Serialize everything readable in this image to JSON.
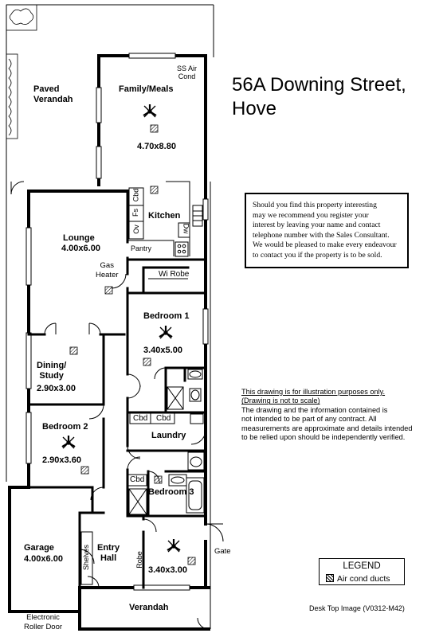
{
  "address": {
    "line1": "56A  Downing Street,",
    "line2": "Hove"
  },
  "notice": [
    "Should you find this property interesting",
    "may we recommend you register your",
    "interest by leaving your name and contact",
    "telephone number with the Sales Consultant.",
    "We would be pleased to make every endeavour",
    "to contact you if the property is to be sold."
  ],
  "disclaimer": {
    "underlined": [
      "This drawing is for illustration purposes only.",
      "(Drawing is not to scale)"
    ],
    "body": [
      "The drawing and the information contained is",
      "not intended to be part of any contract.  All",
      "measurements are approximate and details intended",
      "to be relied upon should be independently verified."
    ]
  },
  "legend": {
    "title": "LEGEND",
    "item": "Air cond ducts"
  },
  "footer": "Desk Top Image  (V0312-M42)",
  "rooms": {
    "paved_verandah": [
      "Paved",
      "Verandah"
    ],
    "family_meals": {
      "name": "Family/Meals",
      "size": "4.70x8.80"
    },
    "ss_air_cond": [
      "SS Air",
      "Cond"
    ],
    "kitchen": "Kitchen",
    "pantry": "Pantry",
    "cbd": "Cbd",
    "fs": "Fs",
    "ov": "Ov",
    "dw": "Dw",
    "lounge": {
      "name": "Lounge",
      "size": "4.00x6.00"
    },
    "gas_heater": [
      "Gas",
      "Heater"
    ],
    "wi_robe": "Wi Robe",
    "bedroom1": {
      "name": "Bedroom 1",
      "size": "3.40x5.00"
    },
    "dining": {
      "name_lines": [
        "Dining/",
        "Study"
      ],
      "size": "2.90x3.00"
    },
    "bedroom2": {
      "name": "Bedroom 2",
      "size": "2.90x3.60"
    },
    "laundry": "Laundry",
    "bedroom3": {
      "name": "Bedroom 3",
      "size": "3.40x3.00"
    },
    "garage": {
      "name": "Garage",
      "size": "4.00x6.00"
    },
    "shelves": "Shelves",
    "entry_hall": [
      "Entry",
      "Hall"
    ],
    "robe": "Robe",
    "verandah": "Verandah",
    "gate": "Gate",
    "roller_door": [
      "Electronic",
      "Roller Door"
    ]
  }
}
